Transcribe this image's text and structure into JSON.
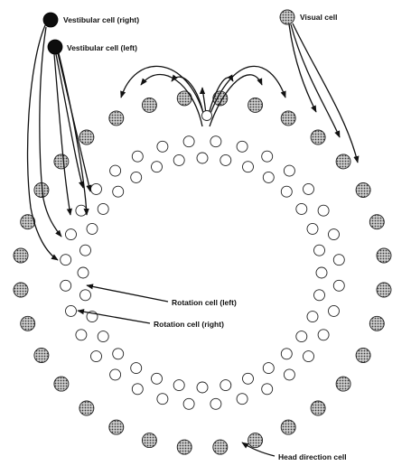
{
  "labels": {
    "vestibular_right": "Vestibular cell (right)",
    "vestibular_left": "Vestibular cell (left)",
    "visual": "Visual cell",
    "rotation_left": "Rotation cell (left)",
    "rotation_right": "Rotation cell (right)",
    "head_direction": "Head direction cell"
  },
  "rings": {
    "head_direction_count": 32,
    "rotation_ring_count": 2,
    "rotation_cells_per_ring": 32
  },
  "colors": {
    "ink": "#111111",
    "head_direction_fill": "#9a9a9a",
    "rotation_fill": "#ffffff",
    "input_cell_fill": "#0d0d0d"
  }
}
